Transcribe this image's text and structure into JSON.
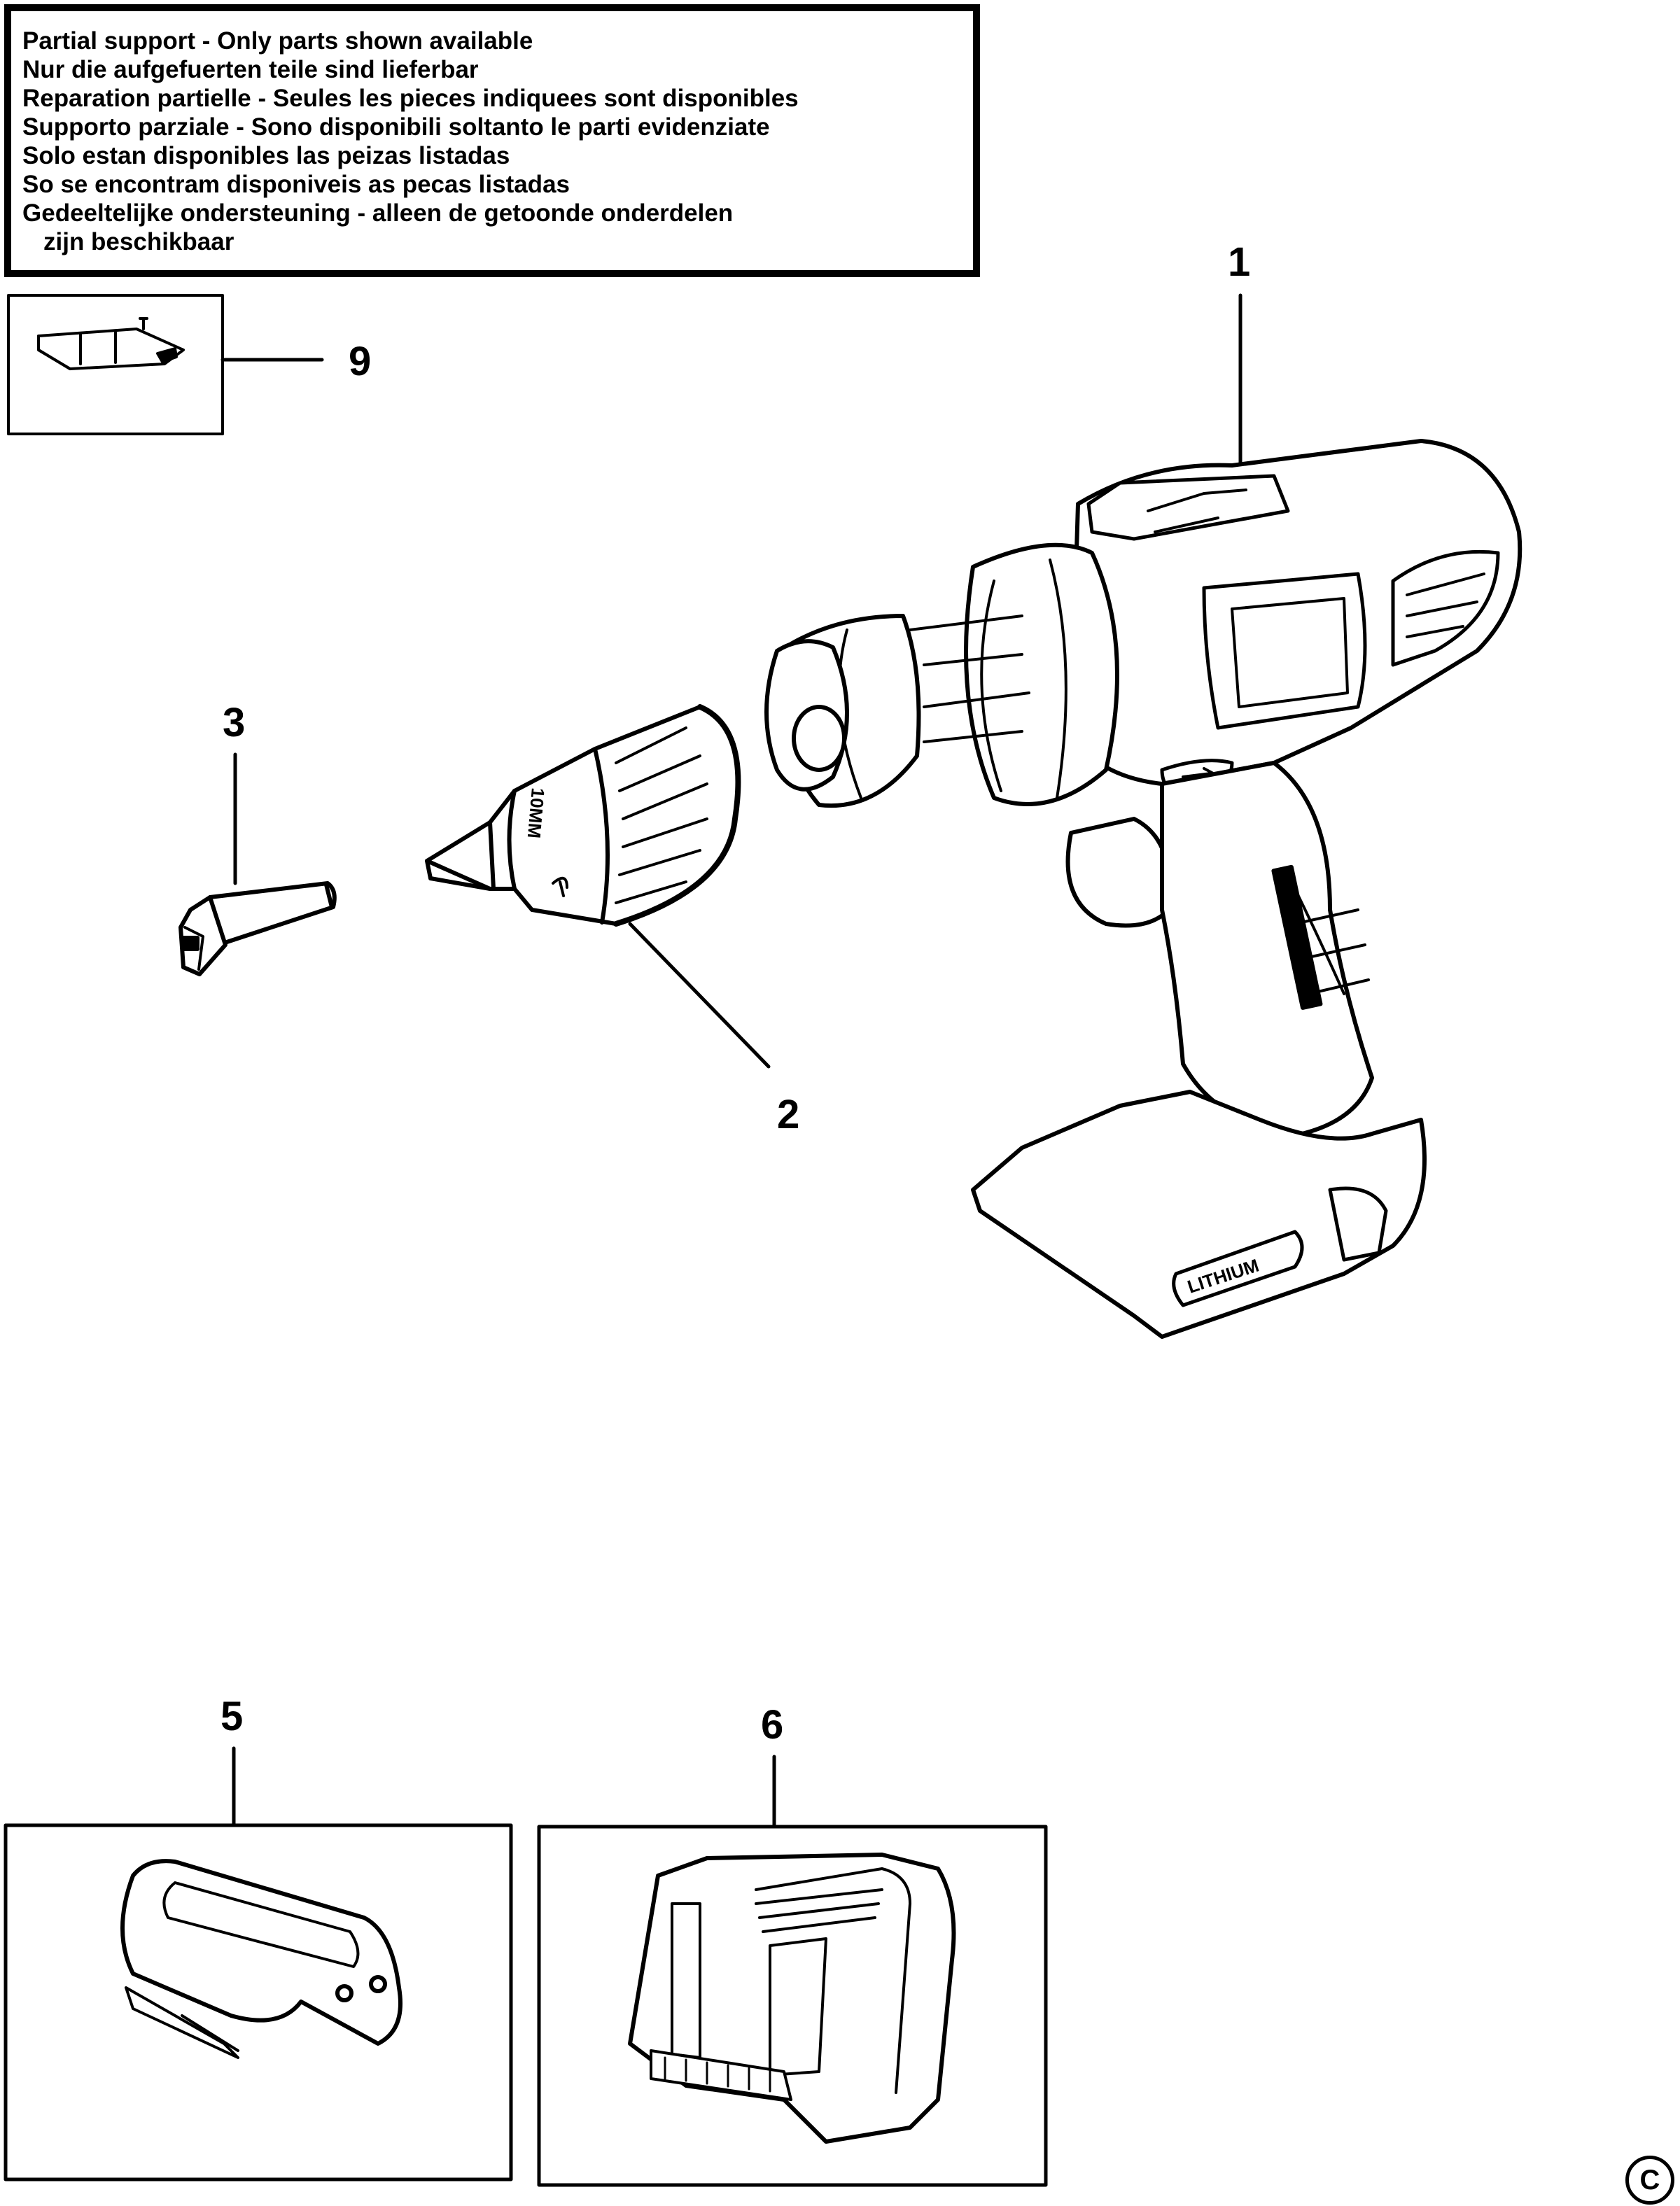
{
  "notice": {
    "lines": [
      "Partial support - Only parts shown available",
      "Nur die aufgefuerten teile sind lieferbar",
      "Reparation partielle - Seules les pieces indiquees sont disponibles",
      "Supporto parziale - Sono disponibili soltanto le parti evidenziate",
      "Solo estan disponibles las peizas listadas",
      "So se encontram disponiveis as pecas listadas",
      "Gedeeltelijke ondersteuning - alleen de getoonde onderdelen",
      "zijn beschikbaar"
    ]
  },
  "callouts": {
    "drill": "1",
    "chuck": "2",
    "bit": "3",
    "battery": "5",
    "charger": "6",
    "bit_holder": "9"
  },
  "labels": {
    "battery_base_text": "LITHIUM",
    "chuck_size_text": "10MM"
  },
  "copyright_symbol": "C"
}
